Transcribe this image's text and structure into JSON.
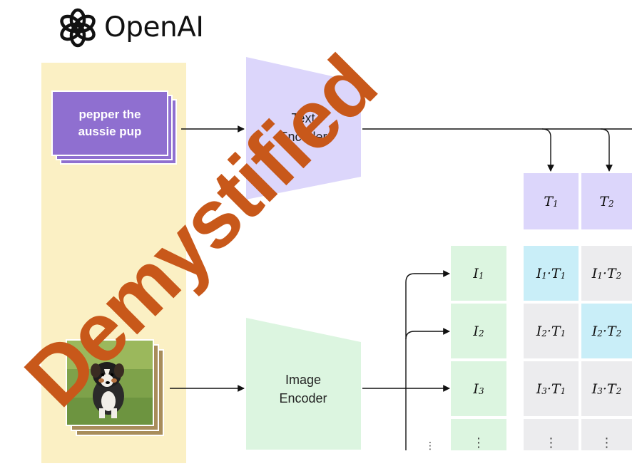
{
  "brand": {
    "name": "OpenAI"
  },
  "text_input": {
    "caption": "pepper the aussie pup"
  },
  "image_input": {
    "description": "puppy-photo"
  },
  "text_encoder": {
    "label": "Text Encoder"
  },
  "image_encoder": {
    "label": "Image Encoder"
  },
  "text_embeddings": [
    {
      "base": "T",
      "sub": "1"
    },
    {
      "base": "T",
      "sub": "2"
    }
  ],
  "image_embeddings": [
    {
      "base": "I",
      "sub": "1"
    },
    {
      "base": "I",
      "sub": "2"
    },
    {
      "base": "I",
      "sub": "3"
    },
    {
      "base": "",
      "sub": "",
      "ellipsis": "⋮"
    }
  ],
  "matrix": {
    "rows": [
      [
        {
          "label": "I1·T1",
          "highlight": true
        },
        {
          "label": "I1·T2",
          "highlight": false
        }
      ],
      [
        {
          "label": "I2·T1",
          "highlight": false
        },
        {
          "label": "I2·T2",
          "highlight": true
        }
      ],
      [
        {
          "label": "I3·T1",
          "highlight": false
        },
        {
          "label": "I3·T2",
          "highlight": false
        }
      ],
      [
        {
          "label": "⋮",
          "highlight": false
        },
        {
          "label": "⋮",
          "highlight": false
        }
      ]
    ]
  },
  "watermark": {
    "text": "Demystified"
  },
  "colors": {
    "input_column": "#fbf0c4",
    "caption_card": "#8f6fd0",
    "text_encoder": "#dcd6fb",
    "image_encoder": "#dcf5e0",
    "text_embedding": "#dcd6fb",
    "image_embedding": "#dcf5e0",
    "matrix_cell": "#ececee",
    "matrix_highlight": "#c9eef8",
    "watermark": "#c8581a"
  }
}
